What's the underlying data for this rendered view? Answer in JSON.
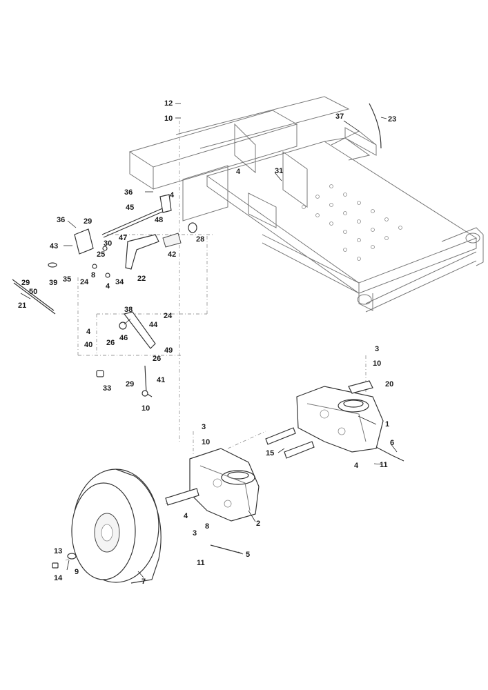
{
  "callouts": [
    {
      "id": "12a",
      "text": "12"
    },
    {
      "id": "10a",
      "text": "10"
    },
    {
      "id": "37a",
      "text": "37"
    },
    {
      "id": "23a",
      "text": "23"
    },
    {
      "id": "4a",
      "text": "4"
    },
    {
      "id": "31a",
      "text": "31"
    },
    {
      "id": "36a",
      "text": "36"
    },
    {
      "id": "4b",
      "text": "4"
    },
    {
      "id": "45a",
      "text": "45"
    },
    {
      "id": "36b",
      "text": "36"
    },
    {
      "id": "29a",
      "text": "29"
    },
    {
      "id": "48a",
      "text": "48"
    },
    {
      "id": "28a",
      "text": "28"
    },
    {
      "id": "43a",
      "text": "43"
    },
    {
      "id": "30a",
      "text": "30"
    },
    {
      "id": "47a",
      "text": "47"
    },
    {
      "id": "42a",
      "text": "42"
    },
    {
      "id": "25a",
      "text": "25"
    },
    {
      "id": "8a",
      "text": "8"
    },
    {
      "id": "35a",
      "text": "35"
    },
    {
      "id": "24a",
      "text": "24"
    },
    {
      "id": "34a",
      "text": "34"
    },
    {
      "id": "22a",
      "text": "22"
    },
    {
      "id": "29b",
      "text": "29"
    },
    {
      "id": "39a",
      "text": "39"
    },
    {
      "id": "50a",
      "text": "50"
    },
    {
      "id": "4c",
      "text": "4"
    },
    {
      "id": "21a",
      "text": "21"
    },
    {
      "id": "38a",
      "text": "38"
    },
    {
      "id": "24b",
      "text": "24"
    },
    {
      "id": "44a",
      "text": "44"
    },
    {
      "id": "4d",
      "text": "4"
    },
    {
      "id": "46a",
      "text": "46"
    },
    {
      "id": "40a",
      "text": "40"
    },
    {
      "id": "26a",
      "text": "26"
    },
    {
      "id": "49a",
      "text": "49"
    },
    {
      "id": "26b",
      "text": "26"
    },
    {
      "id": "41a",
      "text": "41"
    },
    {
      "id": "33a",
      "text": "33"
    },
    {
      "id": "29c",
      "text": "29"
    },
    {
      "id": "10b",
      "text": "10"
    },
    {
      "id": "3a",
      "text": "3"
    },
    {
      "id": "10c",
      "text": "10"
    },
    {
      "id": "20a",
      "text": "20"
    },
    {
      "id": "1a",
      "text": "1"
    },
    {
      "id": "6a",
      "text": "6"
    },
    {
      "id": "15a",
      "text": "15"
    },
    {
      "id": "4e",
      "text": "4"
    },
    {
      "id": "11a",
      "text": "11"
    },
    {
      "id": "3b",
      "text": "3"
    },
    {
      "id": "10d",
      "text": "10"
    },
    {
      "id": "4f",
      "text": "4"
    },
    {
      "id": "2a",
      "text": "2"
    },
    {
      "id": "8b",
      "text": "8"
    },
    {
      "id": "3c",
      "text": "3"
    },
    {
      "id": "5a",
      "text": "5"
    },
    {
      "id": "11b",
      "text": "11"
    },
    {
      "id": "13a",
      "text": "13"
    },
    {
      "id": "9a",
      "text": "9"
    },
    {
      "id": "14a",
      "text": "14"
    },
    {
      "id": "7a",
      "text": "7"
    }
  ]
}
